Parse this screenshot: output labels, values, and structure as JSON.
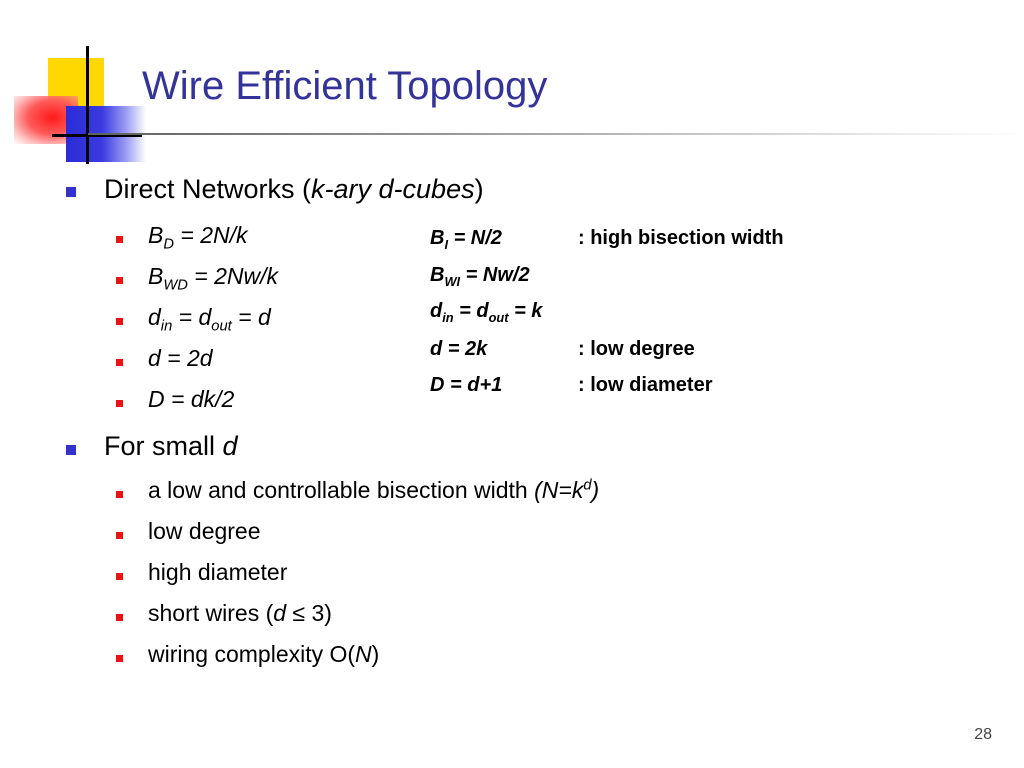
{
  "slide": {
    "title": "Wire Efficient Topology",
    "page_number": "28"
  },
  "section1": {
    "label_prefix": "Direct Networks (",
    "label_italic": "k-ary d-cubes",
    "label_suffix": ")",
    "items": [
      {
        "base": "B",
        "sub": "D",
        "rest": " = 2N/k"
      },
      {
        "base": "B",
        "sub": "WD",
        "rest": " = 2Nw/k"
      },
      {
        "base": "d",
        "sub": "in",
        "mid": " = d",
        "sub2": "out",
        "rest": " = d"
      },
      {
        "text": "d = 2d"
      },
      {
        "text": "D = dk/2"
      }
    ]
  },
  "right_column": [
    {
      "base": "B",
      "sub": "I",
      "rest": " = N/2",
      "note": ": high bisection width"
    },
    {
      "base": "B",
      "sub": "WI",
      "rest": " = Nw/2",
      "note": ""
    },
    {
      "base": "d",
      "sub": "in",
      "mid": " = d",
      "sub2": "out",
      "rest": " = k",
      "note": ""
    },
    {
      "text": "d = 2k",
      "note": ": low degree"
    },
    {
      "text": "D = d+1",
      "note": ": low diameter"
    }
  ],
  "section2": {
    "label_prefix": "For small ",
    "label_italic": "d",
    "items": [
      {
        "text": "a low and controllable bisection width ",
        "formula_a": "(N=k",
        "formula_sup": "d",
        "formula_b": ")"
      },
      {
        "text": "low degree"
      },
      {
        "text": "high diameter"
      },
      {
        "prefix": "short wires (",
        "var": "d",
        "op": " ≤ ",
        "num": "3",
        "suffix": ")"
      },
      {
        "prefix": "wiring complexity O(",
        "var": "N",
        "suffix": ")"
      }
    ]
  }
}
